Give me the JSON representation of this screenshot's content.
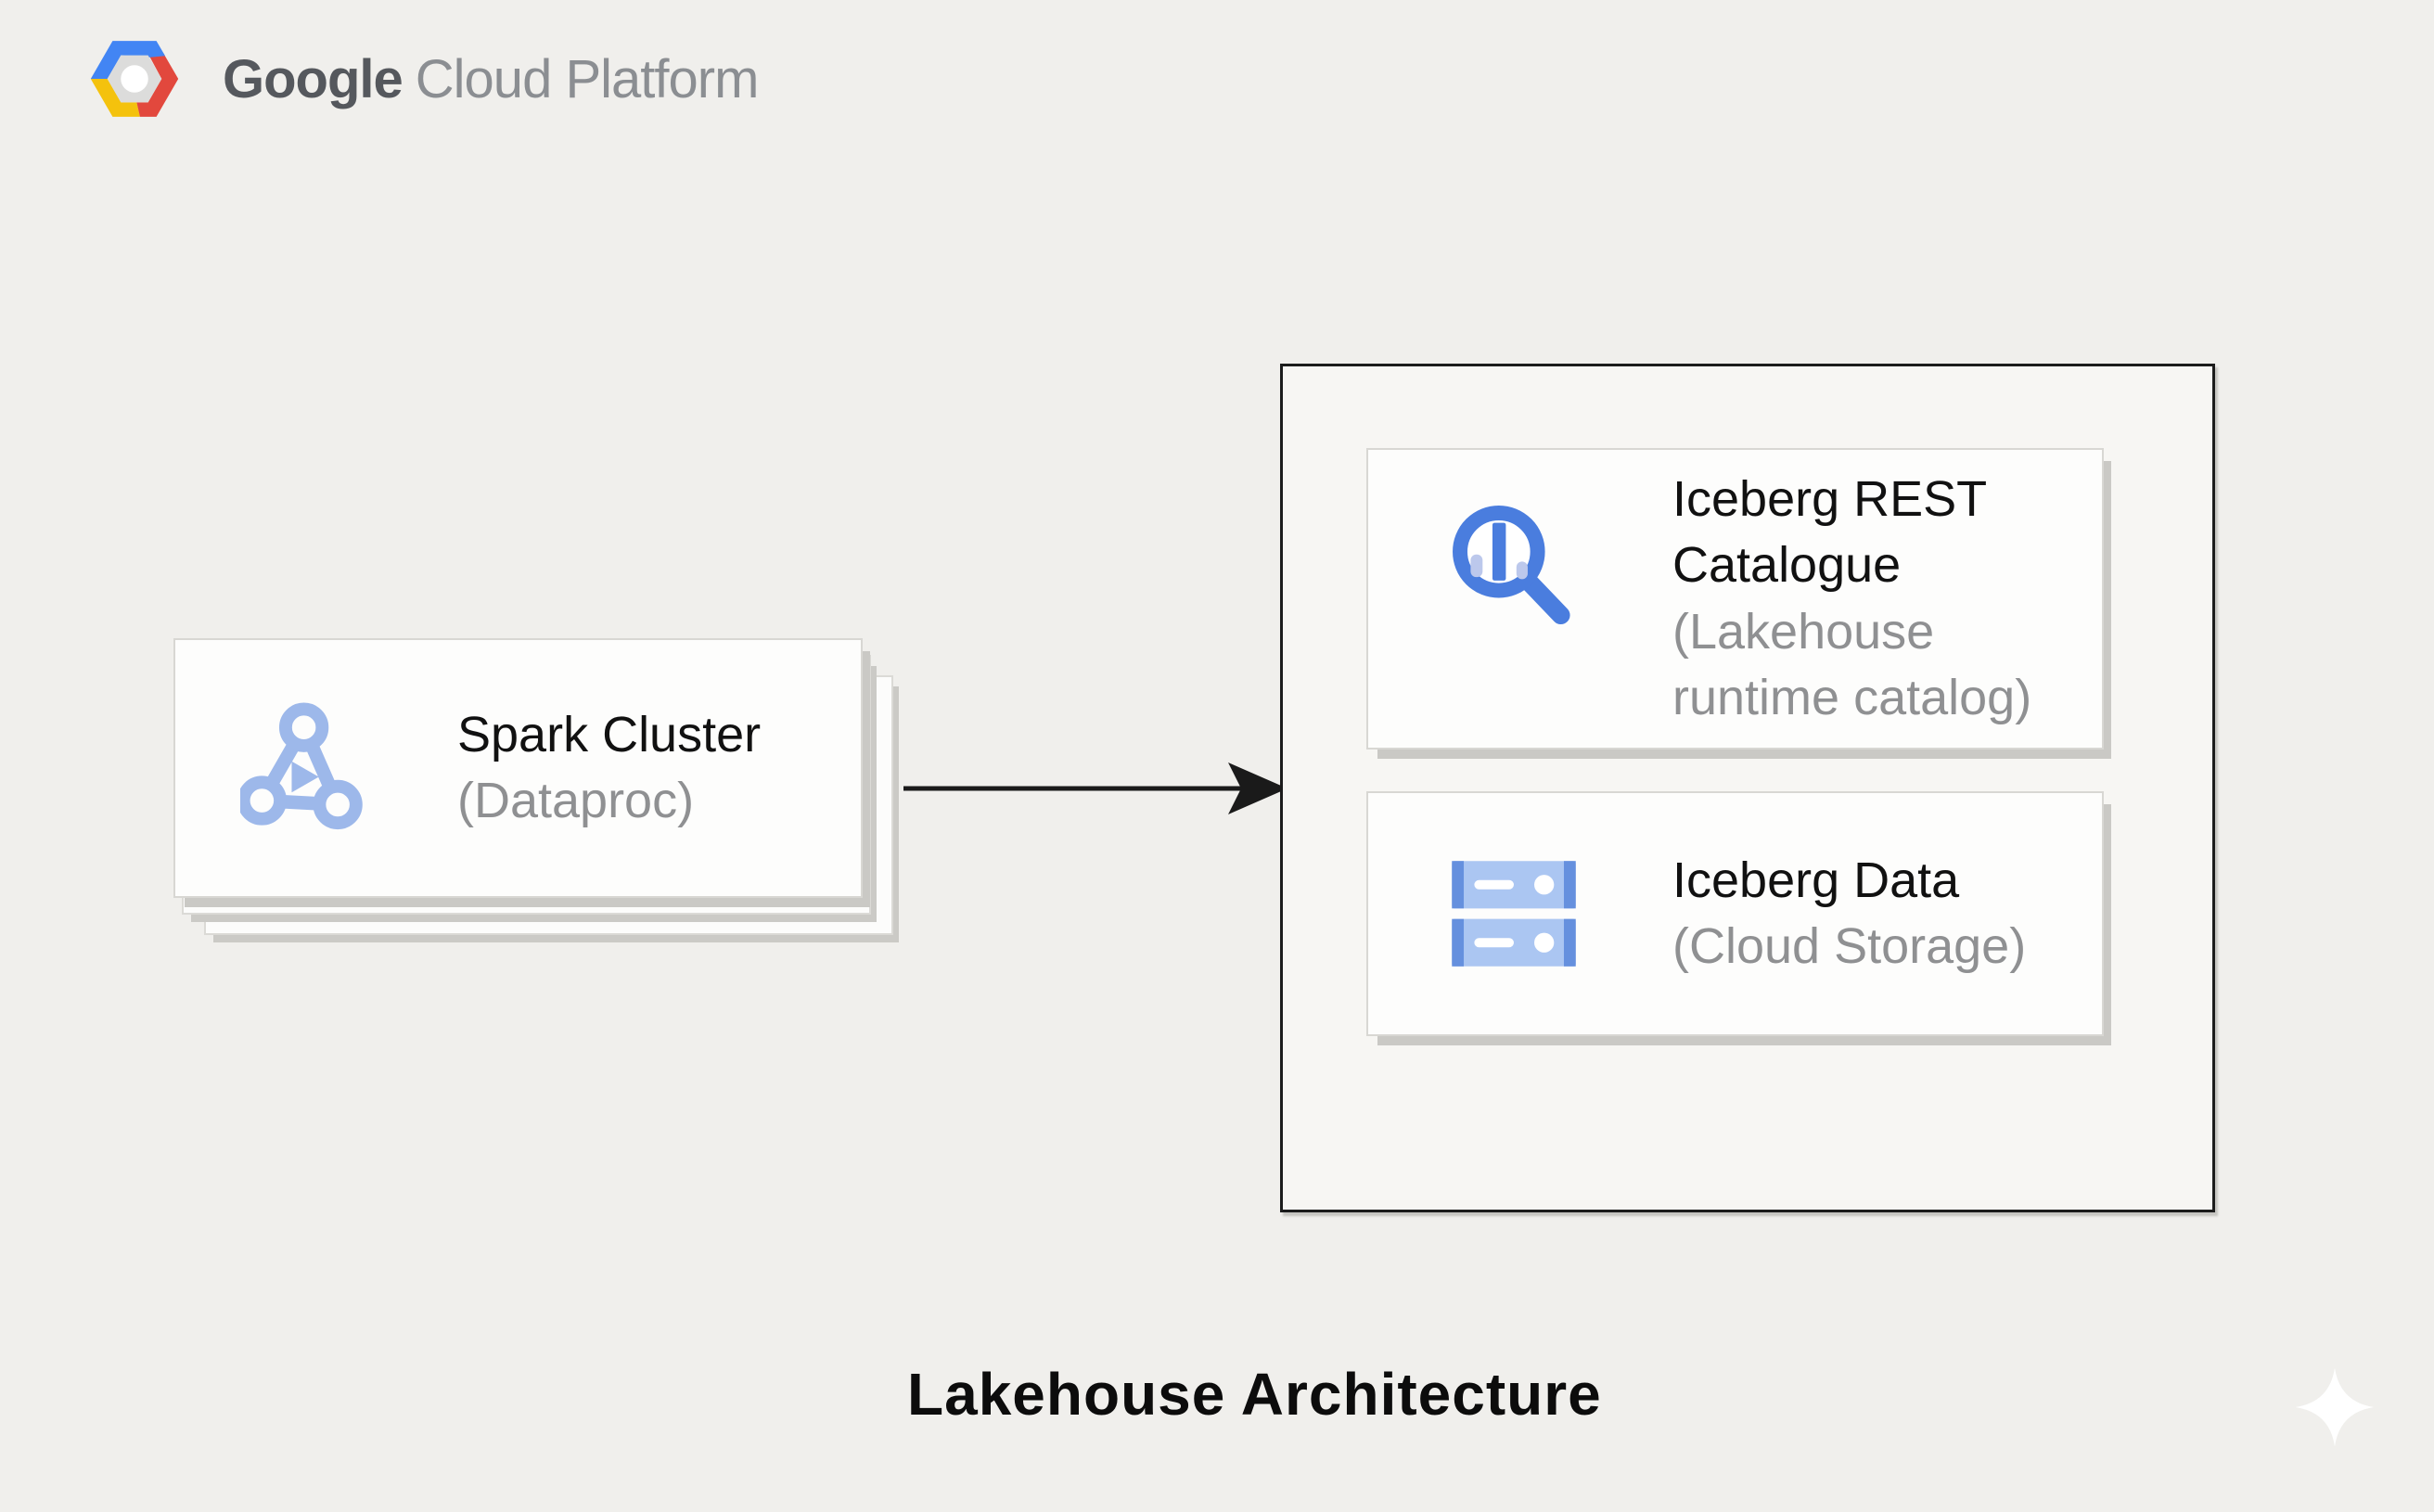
{
  "header": {
    "logo": {
      "brand": "Google",
      "product": "Cloud Platform"
    }
  },
  "diagram": {
    "spark_node": {
      "title": "Spark Cluster",
      "subtitle": "(Dataproc)",
      "icon": "dataproc-icon",
      "stacked_layers": 3
    },
    "connector": {
      "type": "arrow",
      "direction": "right",
      "from": "spark_node",
      "to": "lakehouse_group"
    },
    "lakehouse_group": {
      "catalog_node": {
        "title_lines": [
          "Iceberg REST",
          "Catalogue"
        ],
        "subtitle_lines": [
          "(Lakehouse",
          "runtime catalog)"
        ],
        "icon": "catalog-search-icon"
      },
      "storage_node": {
        "title": "Iceberg Data",
        "subtitle": "(Cloud Storage)",
        "icon": "cloud-storage-icon"
      }
    }
  },
  "footer": {
    "title": "Lakehouse Architecture",
    "watermark": "sparkle-icon"
  },
  "colors": {
    "background": "#f0efec",
    "group_background": "#f7f6f3",
    "group_border": "#1c1c1c",
    "card_background": "#fdfdfc",
    "card_border": "#d8d7d3",
    "card_shadow": "#cac9c5",
    "title_text": "#111111",
    "subtitle_text": "#8f9092",
    "arrow": "#1a1a1a",
    "dataproc_blue": "#9db8ea",
    "catalog_blue": "#4a7dde",
    "catalog_light_blue": "#bcc8ec",
    "storage_light_blue": "#abc6f2",
    "storage_dark_blue": "#6590de",
    "logo_blue": "#4285f4",
    "logo_red": "#e2483d",
    "logo_yellow": "#f4c20d",
    "logo_center_gray": "#dcdcdb",
    "brand_text": "#55585d",
    "product_text": "#8b8e92"
  }
}
